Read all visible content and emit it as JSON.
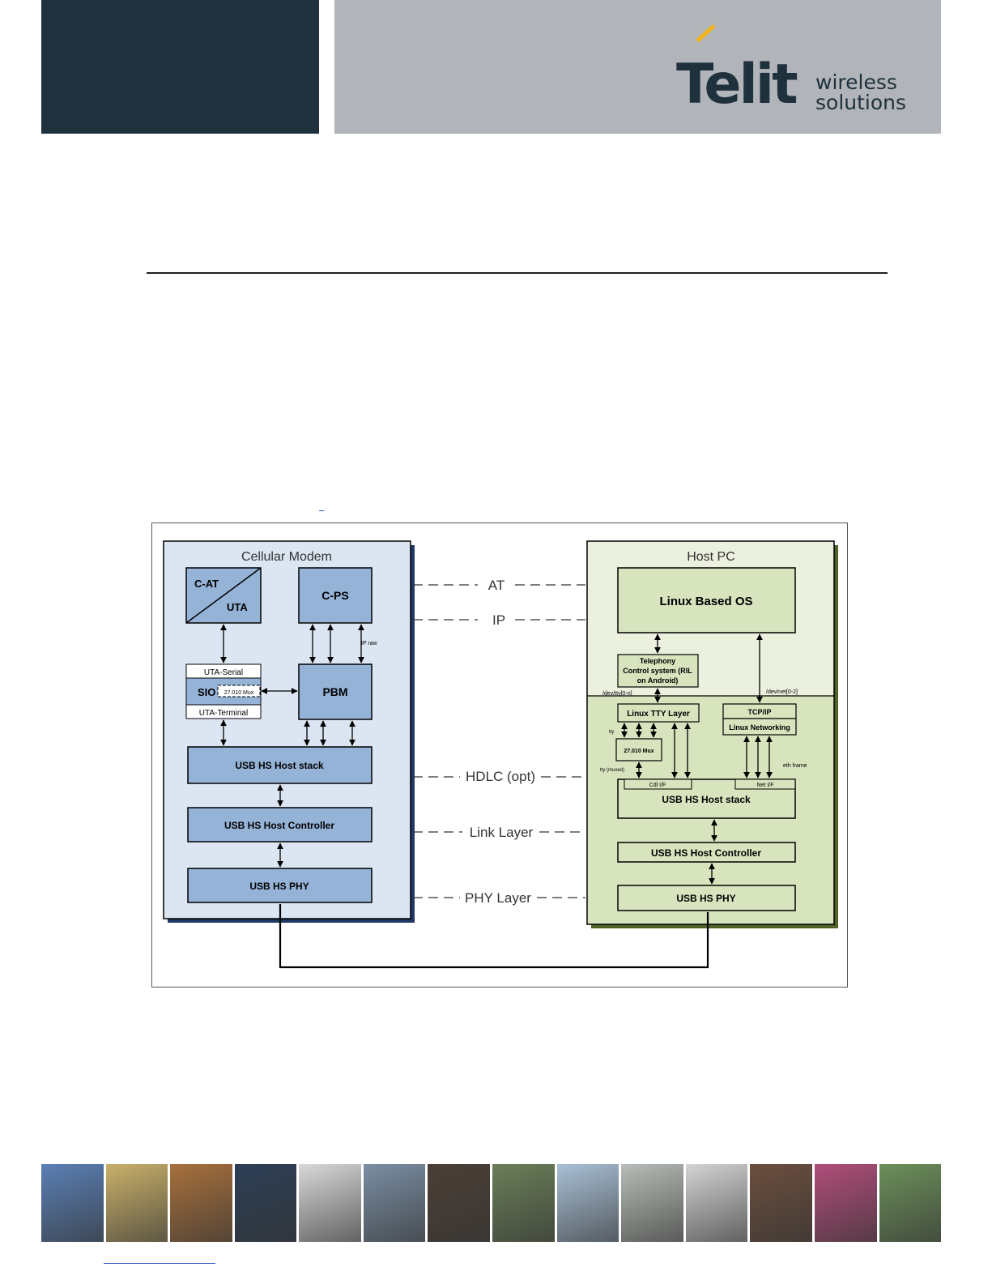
{
  "header": {
    "logo_text": "Telit",
    "logo_sub_line1": "wireless",
    "logo_sub_line2": "solutions",
    "colors": {
      "dark_panel": "#1e313c",
      "gray_panel": "#b1b4b8",
      "logo_accent": "#f2b61c"
    }
  },
  "diagram": {
    "left_panel": {
      "title": "Cellular Modem",
      "c_at": "C-AT",
      "uta": "UTA",
      "c_ps": "C-PS",
      "uta_serial": "UTA-Serial",
      "sio": "SIO",
      "mux": "27.010 Mux",
      "uta_terminal": "UTA-Terminal",
      "pbm": "PBM",
      "ip_raw": "IP raw",
      "host_stack": "USB HS  Host stack",
      "host_controller": "USB HS  Host Controller",
      "phy": "USB  HS  PHY"
    },
    "middle_labels": {
      "at": "AT",
      "ip": "IP",
      "hdlc": "HDLC (opt)",
      "link": "Link Layer",
      "phy": "PHY Layer"
    },
    "right_panel": {
      "title": "Host PC",
      "os": "Linux Based OS",
      "telephony_line1": "Telephony",
      "telephony_line2": "Control system (RIL",
      "telephony_line3": "on Android)",
      "dev_tty": "/dev/tty[0-n]",
      "dev_net": "/dev/net[0-2]",
      "tty_layer": "Linux TTY Layer",
      "tty": "tty",
      "mux": "27.010 Mux",
      "tty_muxed": "tty (muxed)",
      "tcpip": "TCP/IP",
      "networking": "Linux Networking",
      "eth_frame": "eth frame",
      "cdc_if": "Cdl  I/F",
      "net_if": "Net  I/F",
      "host_stack": "USB HS  Host stack",
      "host_controller": "USB HS  Host Controller",
      "phy": "USB HS  PHY"
    },
    "colors": {
      "left_bg": "#dce6f2",
      "left_box": "#95b3d7",
      "right_bg": "#ebf1de",
      "right_box": "#d7e4bd"
    }
  },
  "footer": {
    "photo_tiles": [
      "#5a7fb4",
      "#c9b06a",
      "#a7703c",
      "#2c3e55",
      "#d9d9d9",
      "#7a8ea3",
      "#4b3f36",
      "#6a7f58",
      "#a9c0d6",
      "#b8bdb8",
      "#d4d4d4",
      "#6b4e3e",
      "#b04d7a",
      "#6c8f5a"
    ]
  }
}
